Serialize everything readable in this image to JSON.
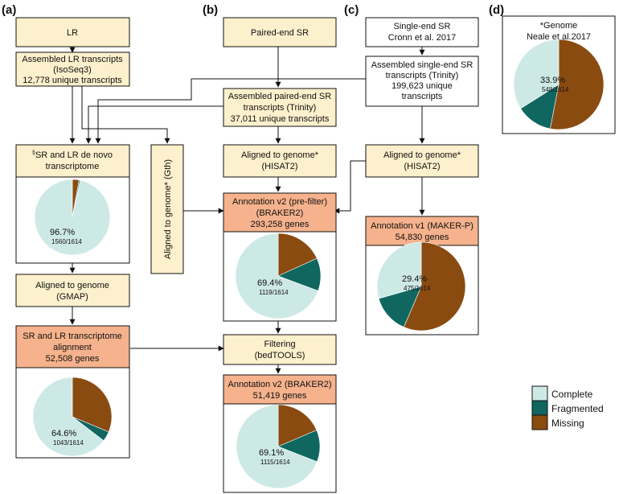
{
  "colors": {
    "complete": "#cde9e6",
    "fragmented": "#0f6760",
    "missing": "#8a4b10",
    "box_fill": "#fdf0cc",
    "box_orange": "#f5b28c",
    "box_white": "#ffffff",
    "line": "#111111"
  },
  "panels": {
    "a": "(a)",
    "b": "(b)",
    "c": "(c)",
    "d": "(d)"
  },
  "boxes": {
    "lr": "LR",
    "lr_assembled": [
      "Assembled LR transcripts",
      "(IsoSeq3)",
      "12,778 unique transcripts"
    ],
    "denovo": [
      "SR and LR de novo",
      "transcriptome"
    ],
    "denovo_mark": "§",
    "gmap": [
      "Aligned to genome",
      "(GMAP)"
    ],
    "sr_lr_align": [
      "SR and LR transcriptome",
      "alignment",
      "52,508 genes"
    ],
    "paired_end": "Paired-end SR",
    "paired_assembled": [
      "Assembled paired-end SR",
      "transcripts (Trinity)",
      "37,011 unique transcripts"
    ],
    "gth": "Aligned to genome* (Gth)",
    "hisat_b": [
      "Aligned to genome*",
      "(HISAT2)"
    ],
    "annot_pre": [
      "Annotation v2 (pre-filter)",
      "(BRAKER2)",
      "293,258 genes"
    ],
    "filtering": [
      "Filtering",
      "(bedTOOLS)"
    ],
    "annot_v2": [
      "Annotation v2 (BRAKER2)",
      "51,419 genes"
    ],
    "single_end": [
      "Single-end SR",
      "Cronn et al. 2017"
    ],
    "single_assembled": [
      "Assembled single-end SR",
      "transcripts (Trinity)",
      "199,623 unique",
      "transcripts"
    ],
    "hisat_c": [
      "Aligned to genome*",
      "(HISAT2)"
    ],
    "annot_v1": [
      "Annotation v1 (MAKER-P)",
      "54,830 genes"
    ],
    "genome": [
      "*Genome",
      "Neale et al.2017"
    ]
  },
  "pies": [
    {
      "id": "pie-denovo",
      "complete": 1560,
      "fragmented": 8,
      "missing": 46,
      "total": 1614,
      "pct_label": "96.7%",
      "count_label": "1560/1614"
    },
    {
      "id": "pie-sr-lr",
      "complete": 1043,
      "fragmented": 66,
      "missing": 505,
      "total": 1614,
      "pct_label": "64.6%",
      "count_label": "1043/1614"
    },
    {
      "id": "pie-pre",
      "complete": 1119,
      "fragmented": 201,
      "missing": 294,
      "total": 1614,
      "pct_label": "69.4%",
      "count_label": "1119/1614"
    },
    {
      "id": "pie-v2",
      "complete": 1115,
      "fragmented": 199,
      "missing": 300,
      "total": 1614,
      "pct_label": "69.1%",
      "count_label": "1115/1614"
    },
    {
      "id": "pie-v1",
      "complete": 475,
      "fragmented": 228,
      "missing": 911,
      "total": 1614,
      "pct_label": "29.4%",
      "count_label": "475/1614"
    },
    {
      "id": "pie-genome",
      "complete": 548,
      "fragmented": 210,
      "missing": 856,
      "total": 1614,
      "pct_label": "33.9%",
      "count_label": "548/1614"
    }
  ],
  "legend": [
    "Complete",
    "Fragmented",
    "Missing"
  ]
}
